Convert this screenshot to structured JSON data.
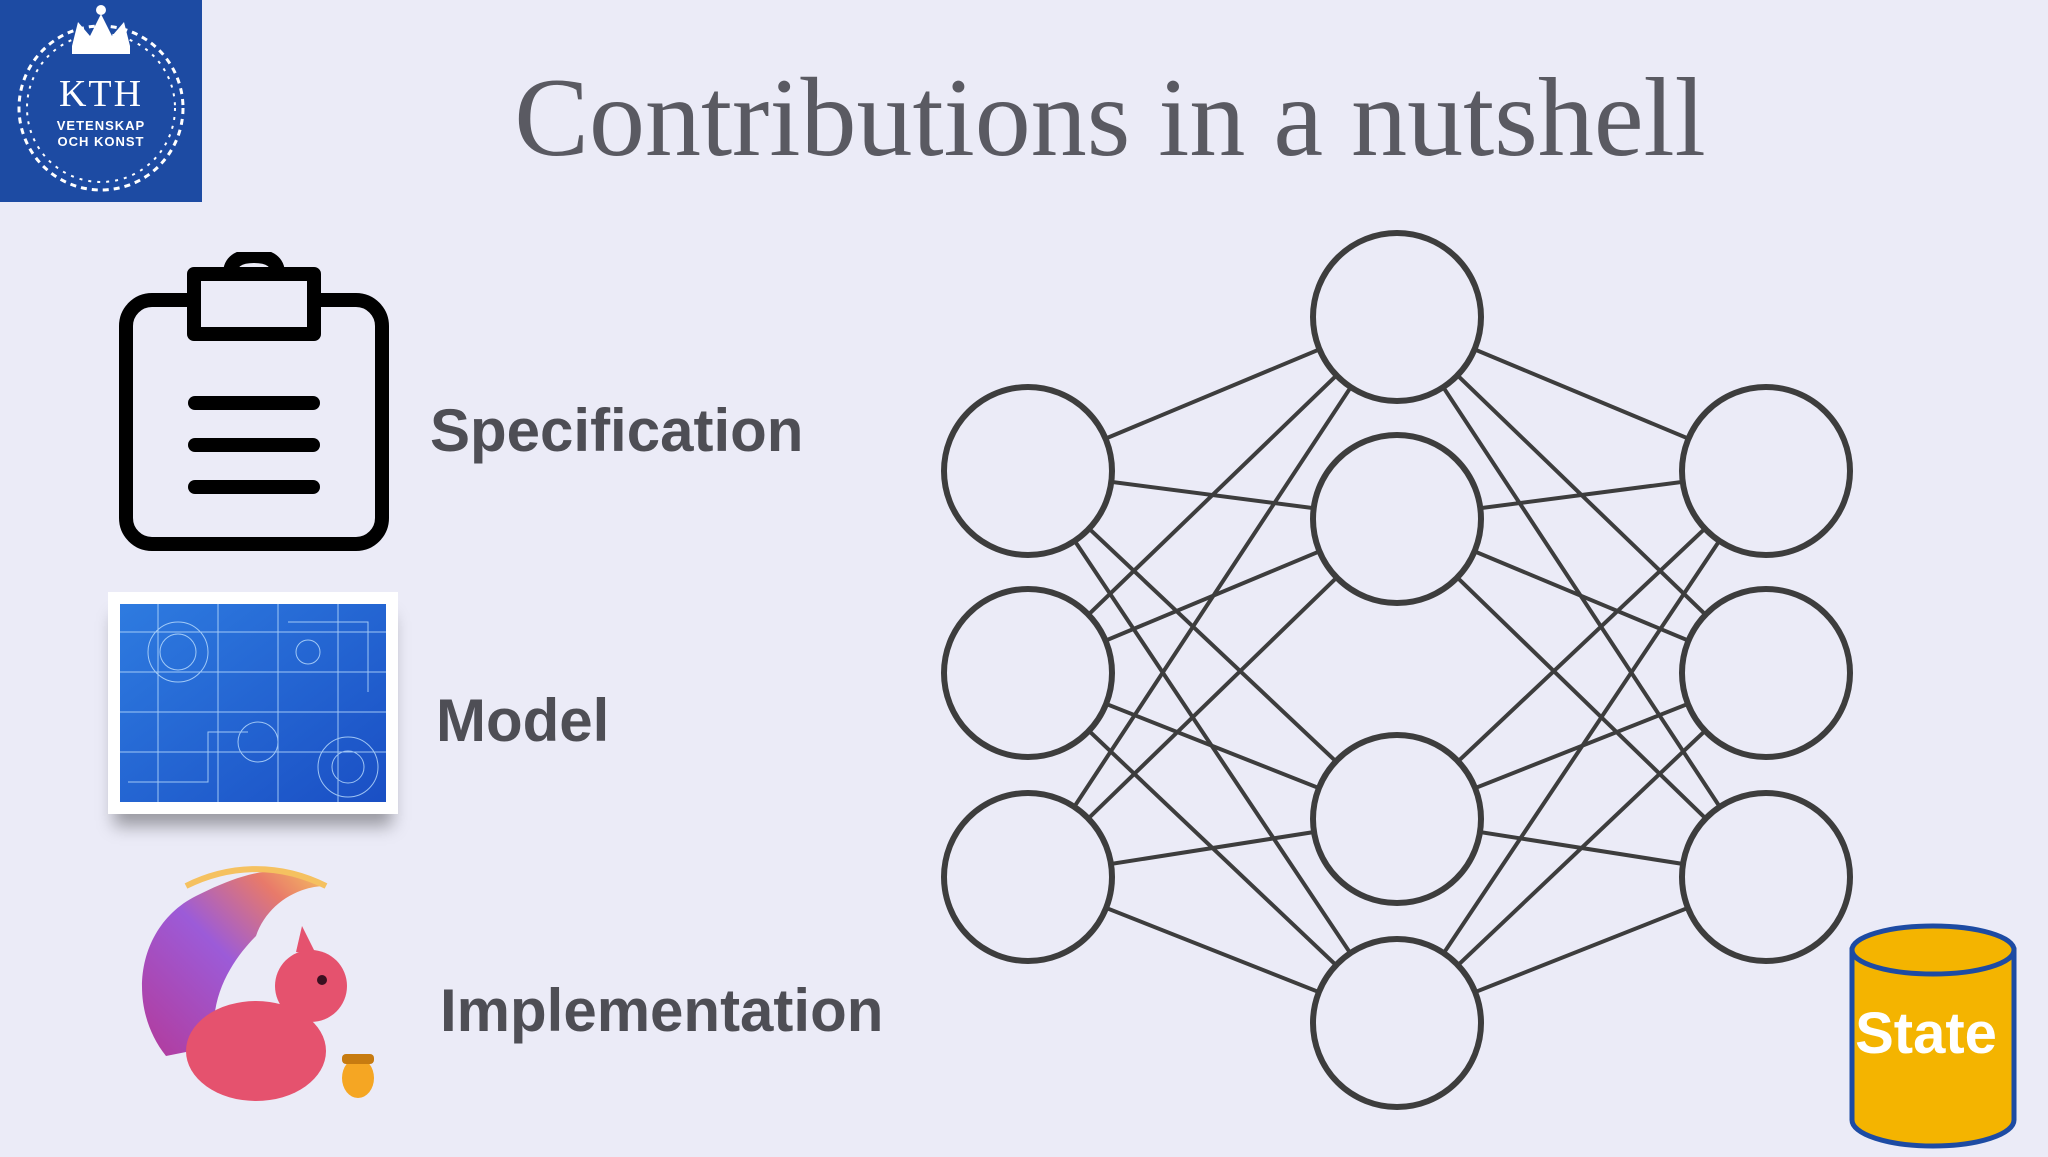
{
  "logo": {
    "main": "KTH",
    "line1": "VETENSKAP",
    "line2": "OCH KONST",
    "icon": "crown-wreath-emblem",
    "color": "#1d4ba3"
  },
  "title": "Contributions in a nutshell",
  "items": [
    {
      "label": "Specification",
      "icon": "clipboard-icon"
    },
    {
      "label": "Model",
      "icon": "blueprint-image"
    },
    {
      "label": "Implementation",
      "icon": "squirrel-logo"
    }
  ],
  "diagram": {
    "type": "neural-network",
    "layers": [
      3,
      4,
      3
    ],
    "node_style": "hollow-circle",
    "edge_color": "#3d3d3d"
  },
  "state_badge": {
    "label": "State",
    "icon": "database-cylinder-icon",
    "color": "#f4b400"
  }
}
